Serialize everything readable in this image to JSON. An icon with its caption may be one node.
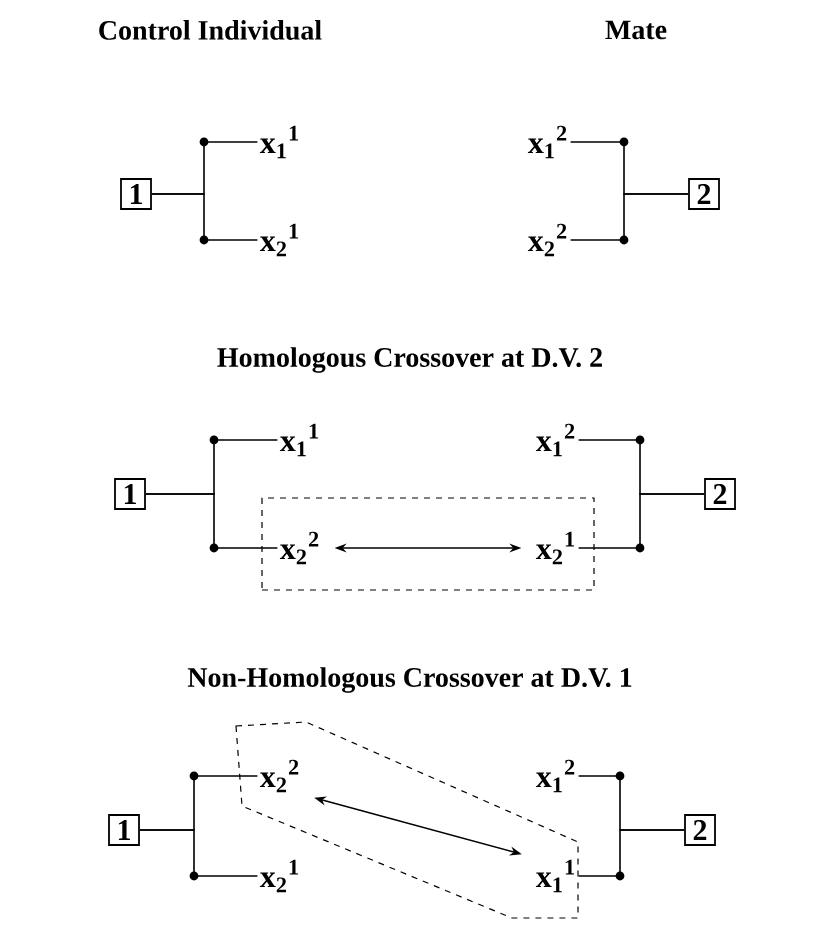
{
  "diagram": {
    "nodes": [
      {
        "text": [
          "1"
        ]
      },
      {
        "text": [
          "x$_{1}$$^{1}$"
        ]
      },
      {
        "text": [
          "x$_{2}$$^{1}$"
        ]
      },
      {
        "text": [
          "x$_{1}$$^{2}$"
        ]
      },
      {
        "text": [
          "x$_{2}$$^{2}$"
        ]
      },
      {
        "text": [
          "2"
        ]
      },
      {
        "text": [
          "1"
        ]
      },
      {
        "text": [
          "x$_{1}$$^{1}$"
        ]
      },
      {
        "text": [],
        "shape": "box"
      },
      {
        "text": [
          "x$_{2}$$^{2}$"
        ],
        "in": 8
      },
      {
        "text": [
          "x$_{2}$$^{1}$"
        ],
        "in": 8
      },
      {
        "text": [
          "x$_{1}$$^{2}$"
        ]
      },
      {
        "text": [
          "2"
        ]
      },
      {
        "text": [
          "1"
        ]
      },
      {
        "text": [],
        "shape": "hexagon"
      },
      {
        "text": [
          "x$_{2}$$^{2}$"
        ],
        "in": 14
      },
      {
        "text": [
          "x$_{2}$$^{1}$"
        ]
      },
      {
        "text": [
          "x$_{1}$$^{2}$"
        ]
      },
      {
        "text": [
          "x$_{1}$$^{1}$"
        ],
        "in": 14
      },
      {
        "text": [
          "2"
        ]
      }
    ],
    "edges": [
      {
        "from": 0,
        "to": 1,
        "arrow": "none"
      },
      {
        "from": 0,
        "to": 2,
        "arrow": "none"
      },
      {
        "from": 5,
        "to": 3,
        "arrow": "none"
      },
      {
        "from": 5,
        "to": 4,
        "arrow": "none"
      },
      {
        "from": 6,
        "to": 7,
        "arrow": "none"
      },
      {
        "from": 6,
        "to": 9,
        "arrow": "none"
      },
      {
        "from": 12,
        "to": 11,
        "arrow": "none"
      },
      {
        "from": 12,
        "to": 10,
        "arrow": "none"
      },
      {
        "from": 9,
        "to": 10,
        "arrow": "both"
      },
      {
        "from": 13,
        "to": 15,
        "arrow": "none"
      },
      {
        "from": 13,
        "to": 16,
        "arrow": "none"
      },
      {
        "from": 19,
        "to": 17,
        "arrow": "none"
      },
      {
        "from": 19,
        "to": 18,
        "arrow": "none"
      },
      {
        "from": 15,
        "to": 18,
        "arrow": "both"
      }
    ],
    "labels": [
      "Control Individual",
      "Mate",
      "Homologous Crossover at D.V. 2",
      "Non-Homologous Crossover at D.V. 1"
    ]
  }
}
